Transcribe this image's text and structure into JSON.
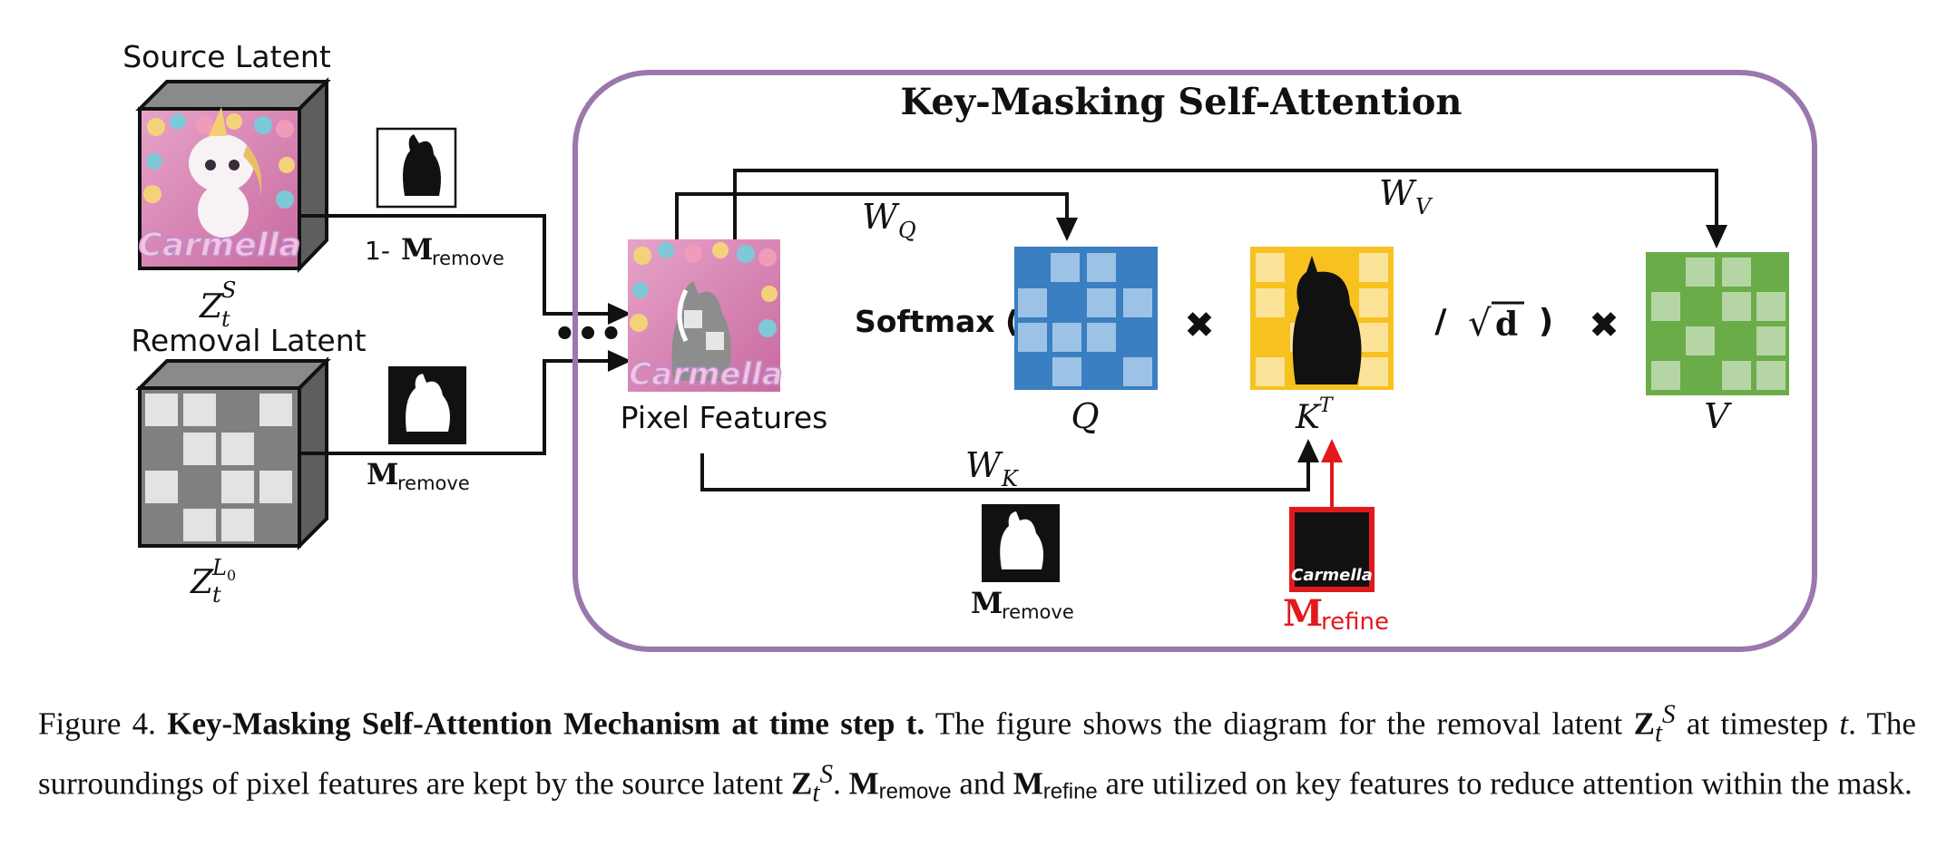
{
  "diagram": {
    "panel_title": "Key-Masking Self-Attention",
    "source_latent_label": "Source Latent",
    "removal_latent_label": "Removal Latent",
    "source_symbol": "Z",
    "source_symbol_sub": "t",
    "source_symbol_sup": "S",
    "removal_symbol": "Z",
    "removal_symbol_sub": "t",
    "removal_symbol_sup": "L",
    "removal_symbol_sup_sub": "0",
    "one_minus": "1-",
    "m_letter": "M",
    "remove_sub": "remove",
    "refine_sub": "refine",
    "pixel_features_label": "Pixel Features",
    "ellipsis": "•••",
    "softmax_text": "Softmax (",
    "times_symbol": "✖",
    "divide_symbol": "/",
    "sqrt_symbol": "√",
    "sqrt_arg": "d",
    "close_paren": ")",
    "wq_letter": "W",
    "wq_sub": "Q",
    "wk_letter": "W",
    "wk_sub": "K",
    "wv_letter": "W",
    "wv_sub": "V",
    "q_label": "Q",
    "k_label": "K",
    "k_sup": "T",
    "v_label": "V",
    "latent_image_text": "Carmella",
    "colors": {
      "panel_border": "#9a78ae",
      "q_matrix": "#3a7fc1",
      "k_matrix": "#f7c21f",
      "v_matrix": "#6aac48",
      "refine_red": "#e2191c",
      "latent_gray": "#808080",
      "latent_pink": "#dd82b0"
    }
  },
  "caption": {
    "fig_no": "Figure 4.",
    "title": "Key-Masking Self-Attention Mechanism at time step t.",
    "p1": " The figure shows the diagram for the removal latent ",
    "z": "Z",
    "zt_sub": "t",
    "zs_sup": "S",
    "p2": " at timestep ",
    "t": "t",
    "p3": ". The surroundings of pixel features are kept by the source latent ",
    "p4": ". ",
    "m": "M",
    "remove": "remove",
    "p5": " and ",
    "refine": "refine",
    "p6": " are utilized on key features to reduce attention within the mask."
  }
}
